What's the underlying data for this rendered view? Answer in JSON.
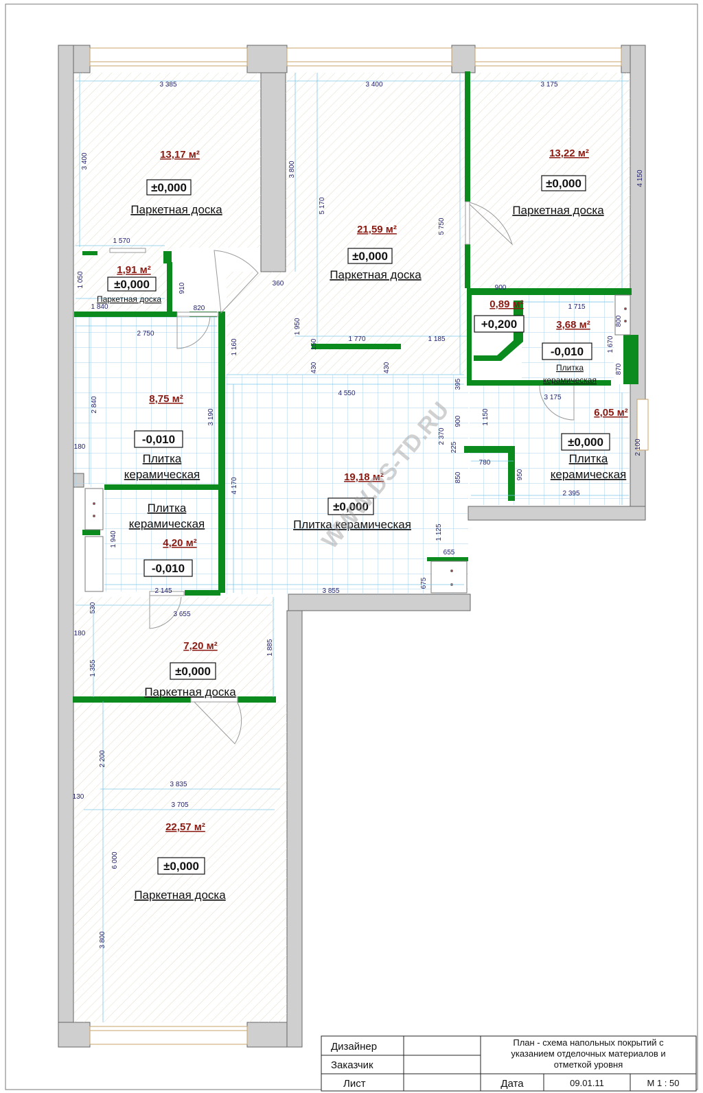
{
  "colors": {
    "wall": "#cfcfcf",
    "partition": "#0b8a1e",
    "area_text": "#8a1a12",
    "dimension": "#22226e",
    "tile_grid": "#a9cfe8"
  },
  "rooms": [
    {
      "id": "room-1",
      "area": "13,17 м²",
      "level": "±0,000",
      "material": "Паркетная доска"
    },
    {
      "id": "room-2",
      "area": "21,59 м²",
      "level": "±0,000",
      "material": "Паркетная доска"
    },
    {
      "id": "room-3",
      "area": "13,22 м²",
      "level": "±0,000",
      "material": "Паркетная доска"
    },
    {
      "id": "room-4",
      "area": "1,91 м²",
      "level": "±0,000",
      "material": "Паркетная доска"
    },
    {
      "id": "room-5",
      "area": "0,89 м²",
      "level": "+0,200",
      "material": ""
    },
    {
      "id": "room-6",
      "area": "3,68 м²",
      "level": "-0,010",
      "material": "Плитка керамическая"
    },
    {
      "id": "room-7",
      "area": "8,75 м²",
      "level": "-0,010",
      "material": "Плитка керамическая"
    },
    {
      "id": "room-8",
      "area": "19,18 м²",
      "level": "±0,000",
      "material": "Плитка керамическая"
    },
    {
      "id": "room-9",
      "area": "6,05 м²",
      "level": "±0,000",
      "material": "Плитка керамическая"
    },
    {
      "id": "room-10",
      "area": "4,20 м²",
      "level": "-0,010",
      "material": "Плитка керамическая"
    },
    {
      "id": "room-11",
      "area": "7,20 м²",
      "level": "±0,000",
      "material": "Паркетная доска"
    },
    {
      "id": "room-12",
      "area": "22,57 м²",
      "level": "±0,000",
      "material": "Паркетная доска"
    }
  ],
  "dimensions": [
    "3 385",
    "3 400",
    "3 175",
    "3 400",
    "3 800",
    "5 170",
    "5 750",
    "4 150",
    "1 570",
    "1 050",
    "910",
    "360",
    "1 840",
    "820",
    "900",
    "1 715",
    "800",
    "1 670",
    "870",
    "2 750",
    "1 160",
    "1 950",
    "150",
    "1 770",
    "1 185",
    "430",
    "430",
    "4 550",
    "395",
    "2 840",
    "3 190",
    "3 175",
    "1 150",
    "900",
    "2 370",
    "225",
    "780",
    "2 100",
    "180",
    "850",
    "950",
    "2 395",
    "4 170",
    "1 940",
    "1 125",
    "655",
    "675",
    "2 145",
    "3 855",
    "530",
    "3 655",
    "180",
    "1 355",
    "1 885",
    "2 200",
    "3 835",
    "130",
    "3 705",
    "6 000",
    "3 800"
  ],
  "watermark": "WWW.DS-TD.RU",
  "title_block": {
    "designer_label": "Дизайнер",
    "customer_label": "Заказчик",
    "sheet_label": "Лист",
    "title_line1": "План - схема напольных покрытий с",
    "title_line2": "указанием отделочных материалов и",
    "title_line3": "отметкой уровня",
    "date_label": "Дата",
    "date_value": "09.01.11",
    "scale": "М 1 : 50"
  }
}
